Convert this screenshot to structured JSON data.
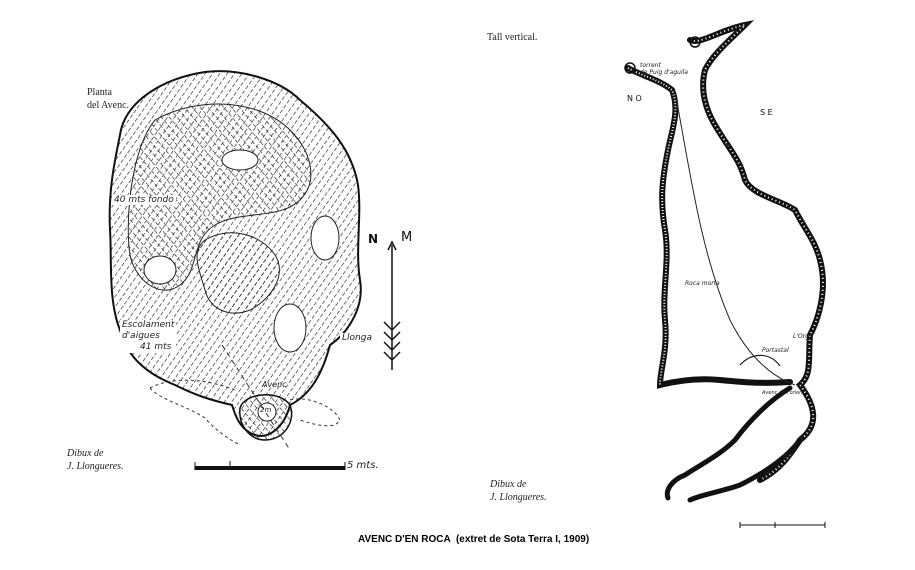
{
  "plan": {
    "title_line1": "Planta",
    "title_line2": "del Avenc.",
    "label_depth": "40 mts fondo",
    "label_runoff_1": "Escolament",
    "label_runoff_2": "d'aigues",
    "label_runoff_3": "41 mts",
    "label_longa": "Llonga",
    "label_avenc": "Avenc",
    "label_small": "2m",
    "north_n": "N",
    "north_m": "M",
    "scale_label": "5 mts.",
    "credit_line1": "Dibux de",
    "credit_line2": "J. Llongueres."
  },
  "section": {
    "title": "Tall vertical.",
    "label_torrent_1": "torrent",
    "label_torrent_2": "de Puig d'aguila",
    "label_no": "N O",
    "label_se": "S E",
    "label_rock": "Roca morta",
    "label_portastal": "Portastal",
    "label_lorga": "L'Orga",
    "label_avenc": "Avenc de l'orient",
    "credit_line1": "Dibux de",
    "credit_line2": "J. Llongueres."
  },
  "caption": "AVENC D'EN ROCA  (extret de Sota Terra I, 1909)"
}
